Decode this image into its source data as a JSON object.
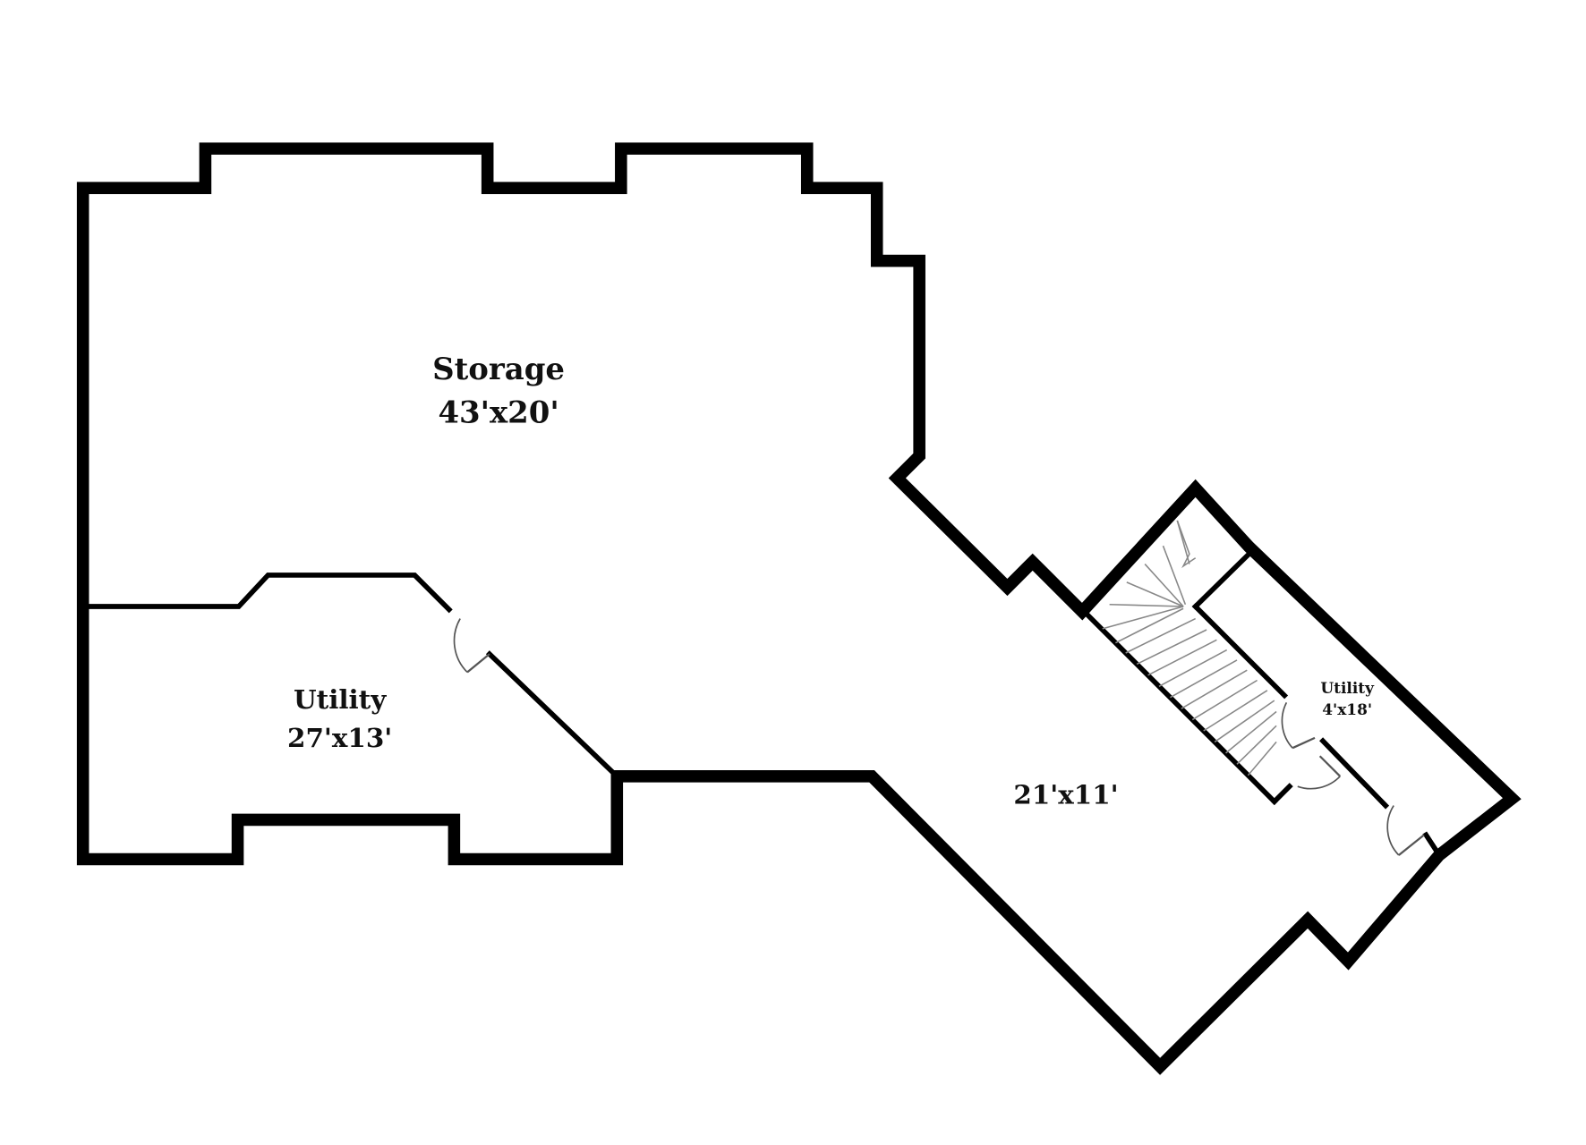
{
  "rooms": {
    "storage": {
      "name": "Storage",
      "dims": "43'x20'"
    },
    "utility_main": {
      "name": "Utility",
      "dims": "27'x13'"
    },
    "main_area": {
      "dims": "21'x11'"
    },
    "utility_small": {
      "name": "Utility",
      "dims": "4'x18'"
    }
  },
  "colors": {
    "wall": "#000000",
    "background": "#ffffff"
  }
}
